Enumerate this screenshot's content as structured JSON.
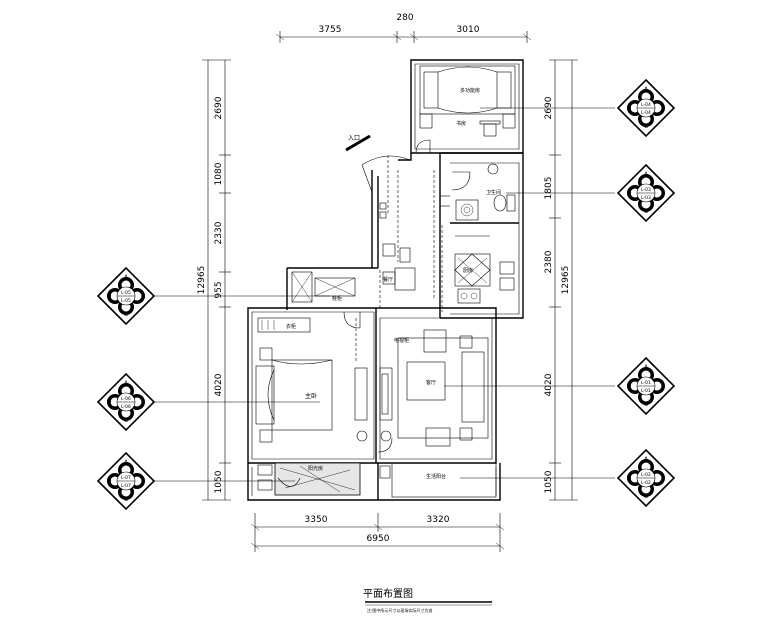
{
  "dimensions": {
    "top": [
      "3755",
      "280",
      "3010"
    ],
    "bottom_parts": [
      "3350",
      "3320"
    ],
    "bottom_total": "6950",
    "left": [
      "2690",
      "1080",
      "2330",
      "955",
      "4020",
      "1050"
    ],
    "left_total": "12965",
    "right": [
      "2690",
      "1805",
      "2380",
      "4020",
      "1050"
    ],
    "right_total": "12965"
  },
  "labels": {
    "entrance": "入口",
    "master_bedroom": "主卧",
    "living_room": "客厅",
    "study": "书房",
    "dining": "餐厅",
    "shoe_cabinet": "鞋柜",
    "tv_cabinet": "电视柜",
    "sun_balcony": "阳光房",
    "life_balcony": "生活阳台",
    "bathroom": "卫生间",
    "kitchen": "厨房",
    "wardrobe": "衣柜",
    "multi_room": "多功能房"
  },
  "index_tags": [
    {
      "id": "top-right",
      "letters": [
        "A",
        "D",
        "B",
        "C"
      ],
      "refs": [
        "L-04",
        "L-04"
      ]
    },
    {
      "id": "mid-right",
      "letters": [
        "A",
        "D",
        "B",
        "C"
      ],
      "refs": [
        "L-03",
        "L-03"
      ]
    },
    {
      "id": "left-upper",
      "letters": [
        "A",
        "D",
        "B",
        "C"
      ],
      "refs": [
        "L-05",
        "L-05"
      ]
    },
    {
      "id": "left-middle",
      "letters": [
        "A",
        "D",
        "B",
        "C"
      ],
      "refs": [
        "L-06",
        "L-06"
      ]
    },
    {
      "id": "left-lower",
      "letters": [
        "A",
        "D",
        "B",
        "C"
      ],
      "refs": [
        "L-07",
        "L-07"
      ]
    },
    {
      "id": "right-lower",
      "letters": [
        "A",
        "D",
        "B",
        "C"
      ],
      "refs": [
        "L-01",
        "L-01"
      ]
    },
    {
      "id": "right-bottom",
      "letters": [
        "A",
        "D",
        "B",
        "C"
      ],
      "refs": [
        "L-02",
        "L-02"
      ]
    }
  ],
  "title": "平面布置图",
  "subtitle": "注:图中所示尺寸以现场实际尺寸为准"
}
